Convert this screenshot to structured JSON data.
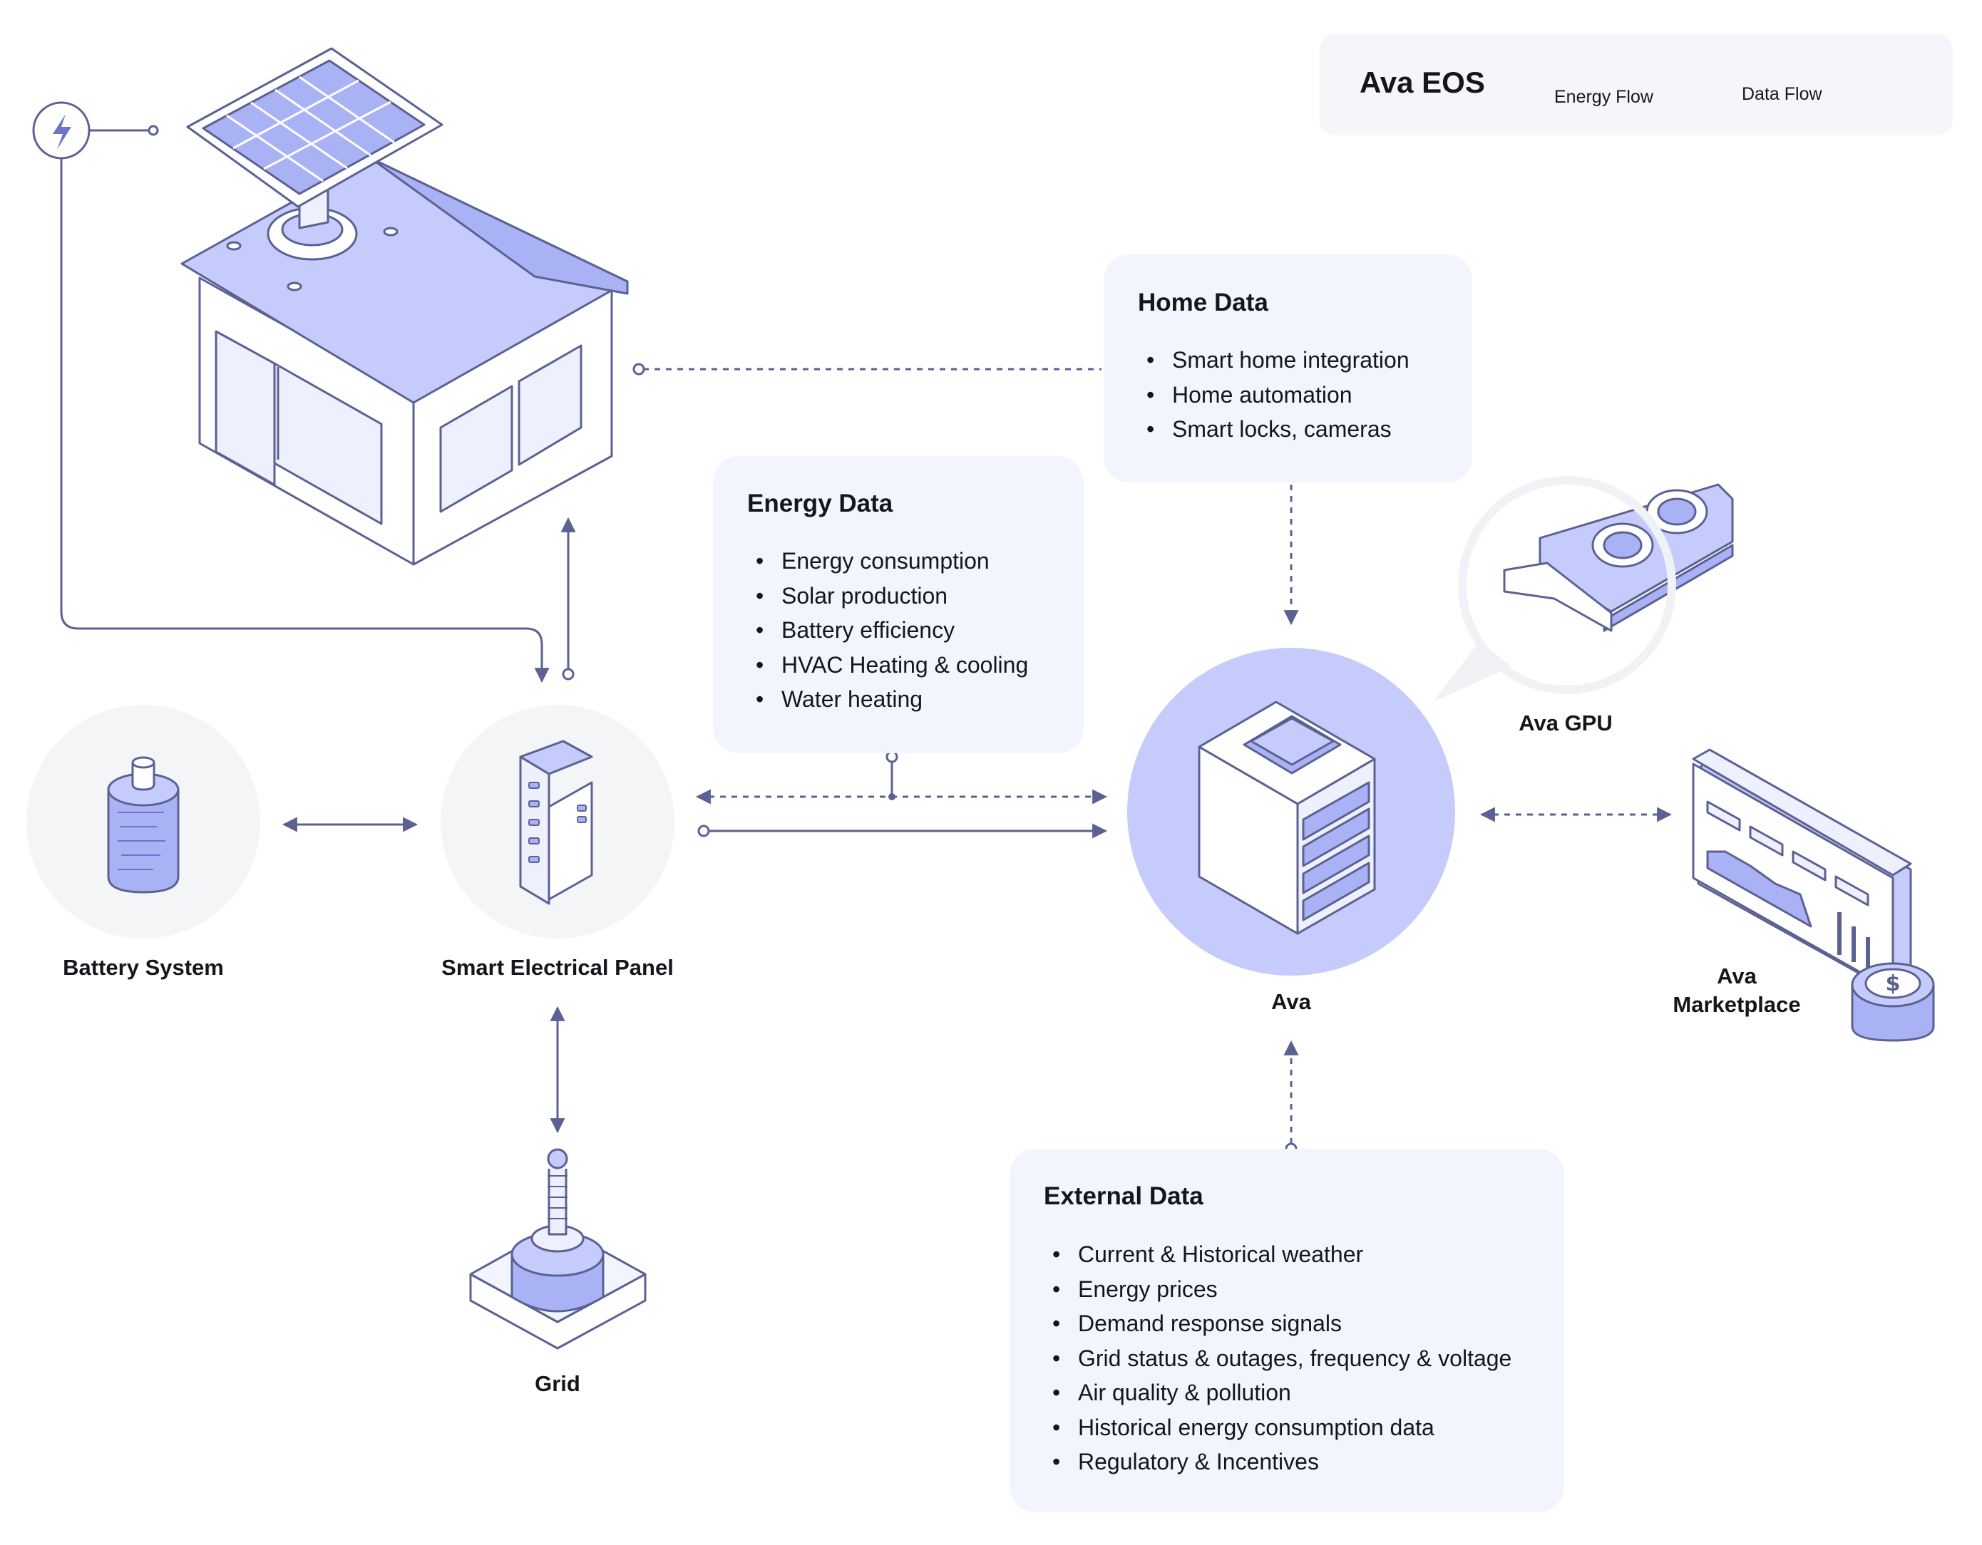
{
  "legend": {
    "title": "Ava EOS",
    "energy_flow_label": "Energy Flow",
    "data_flow_label": "Data Flow"
  },
  "home_data": {
    "title": "Home Data",
    "items": [
      "Smart home integration",
      "Home automation",
      "Smart locks, cameras"
    ]
  },
  "energy_data": {
    "title": "Energy Data",
    "items": [
      "Energy consumption",
      "Solar production",
      "Battery efficiency",
      "HVAC Heating & cooling",
      "Water heating"
    ]
  },
  "external_data": {
    "title": "External Data",
    "items": [
      "Current & Historical weather",
      "Energy prices",
      "Demand response signals",
      "Grid status & outages, frequency & voltage",
      "Air quality & pollution",
      "Historical energy consumption data",
      "Regulatory & Incentives"
    ]
  },
  "nodes": {
    "battery_system": "Battery System",
    "smart_electrical_panel": "Smart Electrical Panel",
    "grid": "Grid",
    "ava": "Ava",
    "ava_gpu": "Ava GPU",
    "ava_marketplace_line1": "Ava",
    "ava_marketplace_line2": "Marketplace"
  },
  "icons": [
    "lightning-icon",
    "solar-house-icon",
    "battery-icon",
    "electrical-panel-icon",
    "grid-transformer-icon",
    "server-icon",
    "gpu-card-icon",
    "marketplace-dashboard-icon",
    "cloud-icon",
    "coin-icon"
  ],
  "colors": {
    "accent": "#6b74c9",
    "accent_light": "#c5ccfb",
    "line": "#5b6192",
    "card_bg": "#f3f5fe",
    "circle_bg": "#f4f5f7"
  }
}
